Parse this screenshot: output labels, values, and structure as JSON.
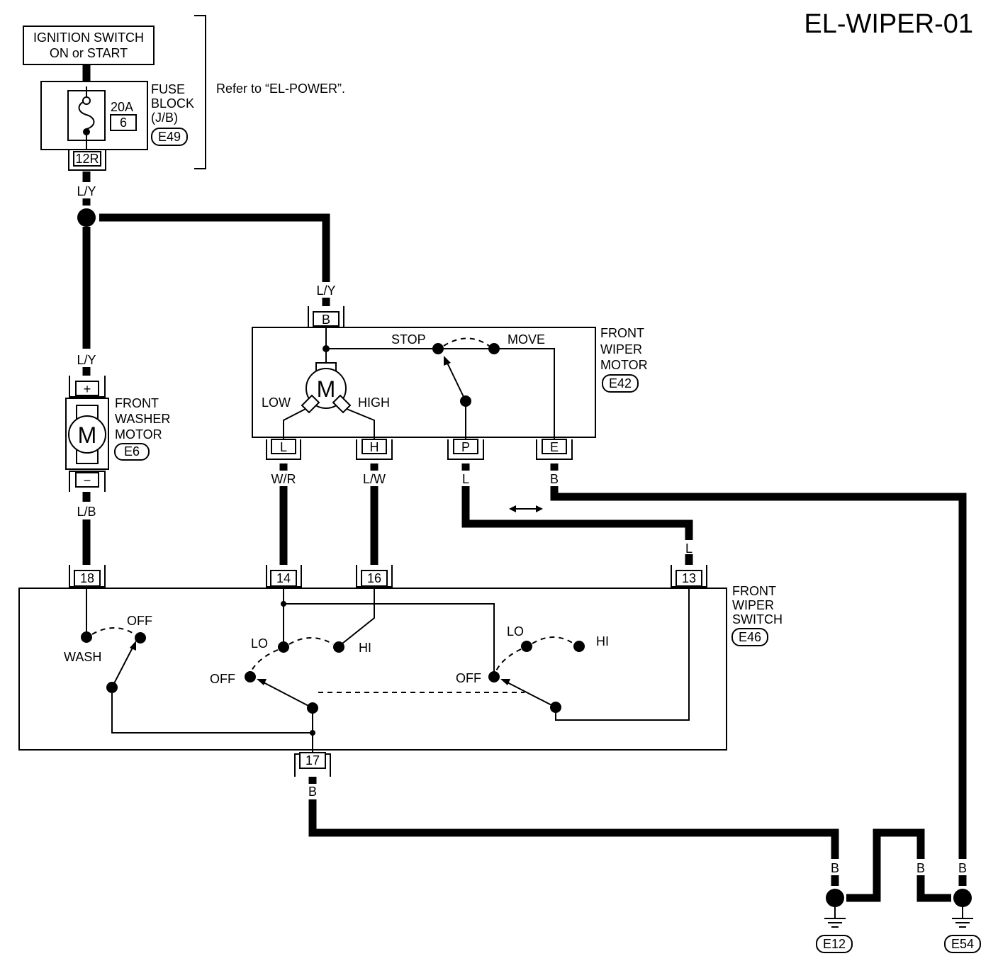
{
  "title": "EL-WIPER-01",
  "ignition": {
    "line1": "IGNITION SWITCH",
    "line2": "ON or START"
  },
  "fuse_block": {
    "line1": "FUSE",
    "line2": "BLOCK",
    "line3": "(J/B)",
    "connector": "E49",
    "rating": "20A",
    "number": "6",
    "terminal": "12R"
  },
  "refer": "Refer to “EL-POWER”.",
  "wire_colors": {
    "ly": "L/Y",
    "lb": "L/B",
    "wr": "W/R",
    "lw": "L/W",
    "l": "L",
    "b": "B"
  },
  "washer_motor": {
    "line1": "FRONT",
    "line2": "WASHER",
    "line3": "MOTOR",
    "connector": "E6",
    "plus": "+",
    "minus": "−",
    "symbol": "M"
  },
  "wiper_motor": {
    "line1": "FRONT",
    "line2": "WIPER",
    "line3": "MOTOR",
    "connector": "E42",
    "symbol": "M",
    "low": "LOW",
    "high": "HIGH",
    "stop": "STOP",
    "move": "MOVE",
    "terminals": [
      "B",
      "L",
      "H",
      "P",
      "E"
    ]
  },
  "wiper_switch": {
    "line1": "FRONT",
    "line2": "WIPER",
    "line3": "SWITCH",
    "connector": "E46",
    "terminals": [
      "18",
      "14",
      "16",
      "13",
      "17"
    ],
    "wash": "WASH",
    "off": "OFF",
    "lo": "LO",
    "hi": "HI"
  },
  "grounds": [
    "E12",
    "E54"
  ]
}
